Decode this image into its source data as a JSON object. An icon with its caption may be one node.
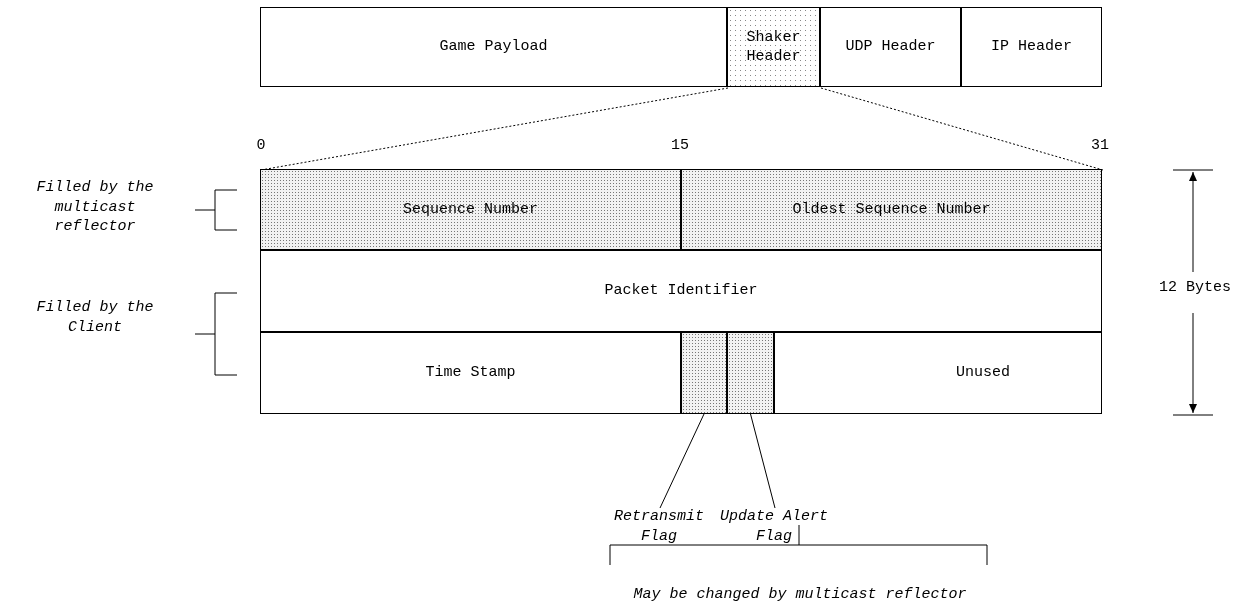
{
  "diagram": {
    "nodes": [
      {
        "text": [
          "Game Payload"
        ]
      },
      {
        "text": [
          "Shaker Header"
        ]
      },
      {
        "text": [
          "UDP Header"
        ]
      },
      {
        "text": [
          "IP Header"
        ]
      },
      {
        "text": [],
        "shape": "box"
      },
      {
        "text": [
          "Sequence Number"
        ],
        "in": 4
      },
      {
        "text": [
          "Oldest Sequence Number"
        ],
        "in": 4
      },
      {
        "text": [
          "Packet Identifier"
        ],
        "in": 4
      },
      {
        "text": [
          "Time Stamp"
        ],
        "in": 4
      },
      {
        "text": [],
        "shape": "box",
        "in": 4
      },
      {
        "text": [],
        "shape": "box",
        "in": 4
      },
      {
        "text": [
          "Unused"
        ],
        "in": 4
      },
      {
        "text": [
          "Retransmit Flag"
        ]
      },
      {
        "text": [
          "Update Alert Flag"
        ]
      }
    ],
    "edges": [
      {
        "from": 1,
        "to": 4,
        "arrow": "none",
        "style": "dashed"
      },
      {
        "from": 1,
        "to": 4,
        "arrow": "none",
        "style": "dashed"
      },
      {
        "from": 12,
        "to": 9,
        "arrow": "none"
      },
      {
        "from": 13,
        "to": 10,
        "arrow": "none"
      }
    ],
    "labels": [
      "0",
      "15",
      "31",
      "Filled by the multicast reflector",
      "Filled by the Client",
      "12 Bytes",
      "May be changed by multicast reflector"
    ]
  }
}
